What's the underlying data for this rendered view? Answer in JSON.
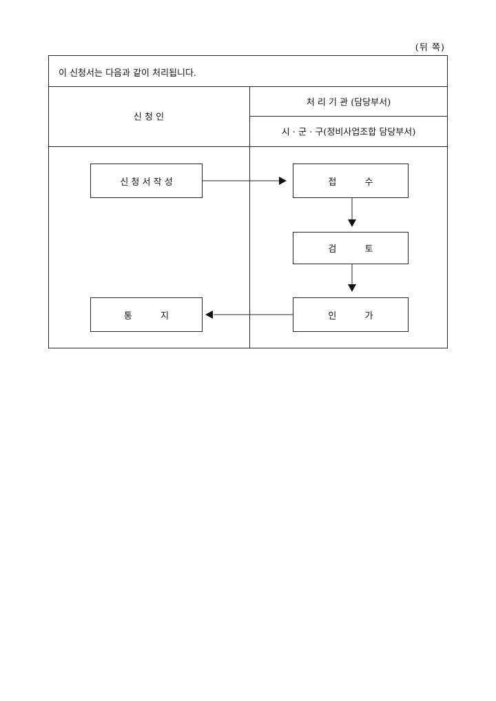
{
  "page_side": "(뒤 쪽)",
  "intro": "이 신청서는 다음과 같이 처리됩니다.",
  "header": {
    "applicant": "신 청 인",
    "agency": "처 리 기 관 (담당부서)",
    "agency_detail": "시 · 군 · 구(정비사업조합 담당부서)"
  },
  "flow": {
    "write_application": "신 청 서 작 성",
    "receipt": "접          수",
    "review": "검          토",
    "approval": "인          가",
    "notice": "통          지"
  }
}
